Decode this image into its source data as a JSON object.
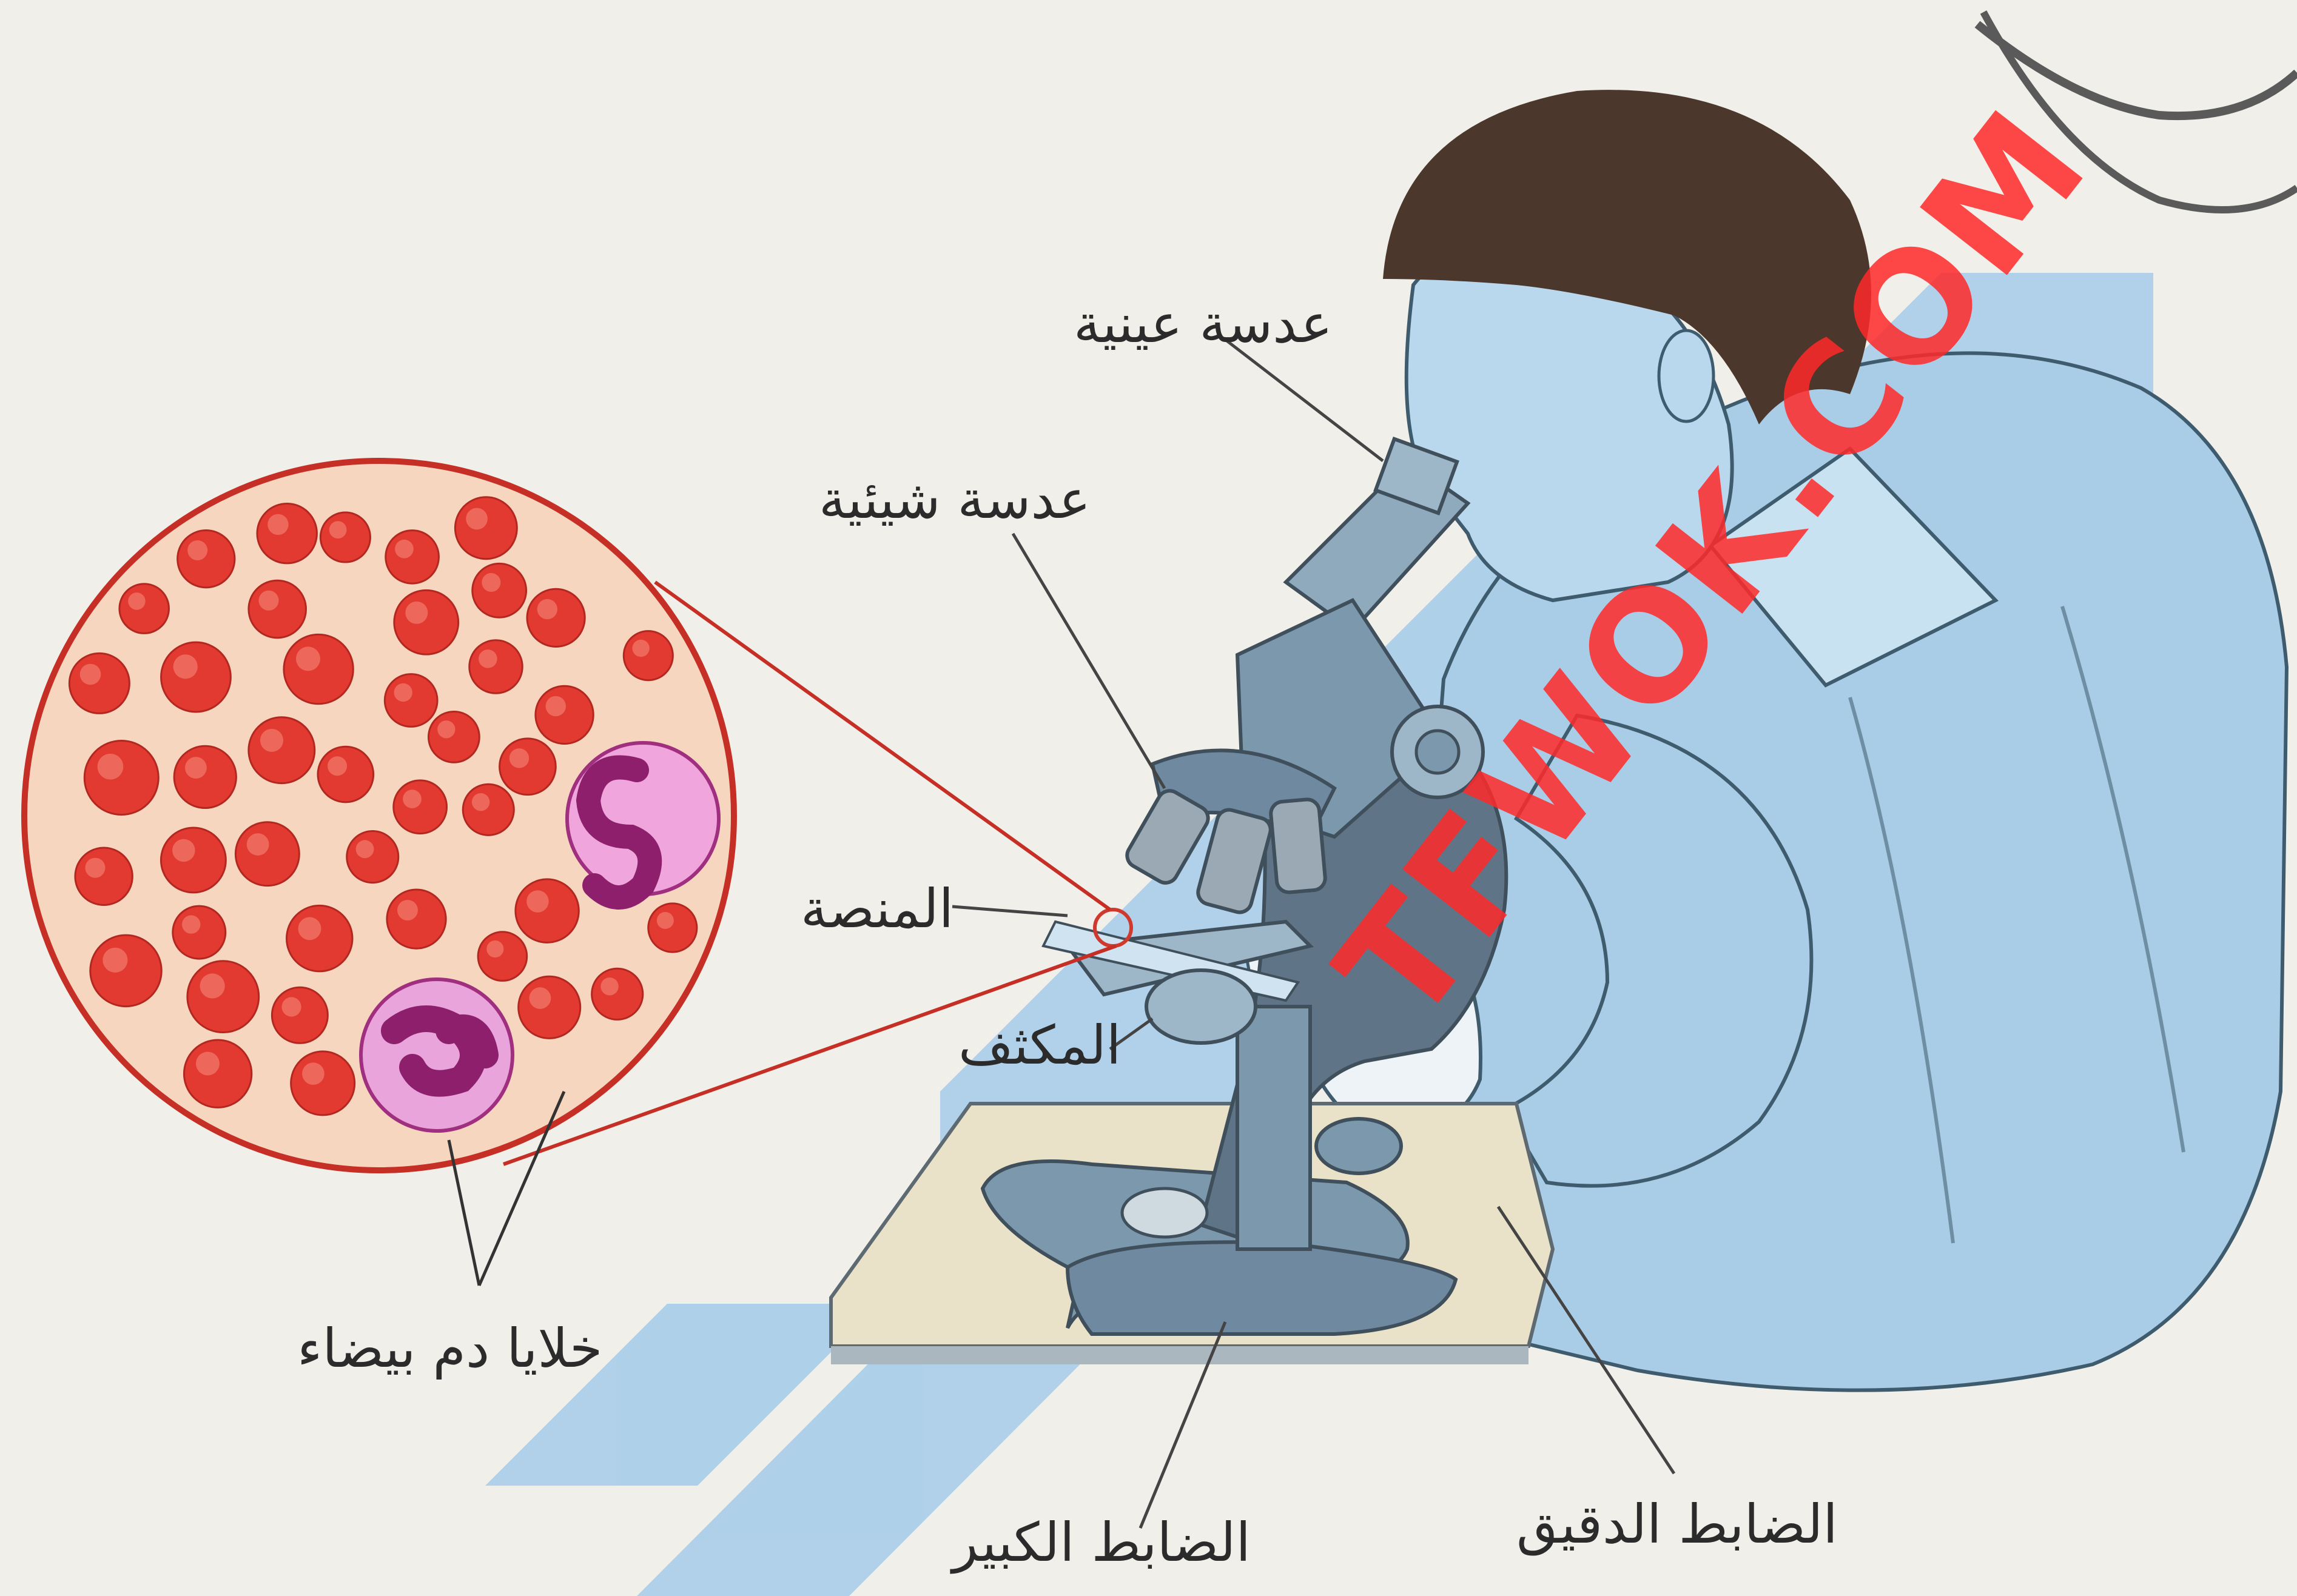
{
  "diagram": {
    "labels": {
      "eyepiece": "عدسة عينية",
      "objective": "عدسة شيئية",
      "stage": "المنصة",
      "condenser": "المكثف",
      "white_cells": "خلايا دم بيضاء",
      "coarse_focus": "الضابط الكبير",
      "fine_focus": "الضابط الدقيق"
    },
    "watermark": "TFWOK.COM"
  },
  "colors": {
    "background": "#f1efe9",
    "coat": "#a9cde6",
    "coat_dark": "#7fb3d6",
    "microscope": "#7c98ad",
    "hair": "#4b372b",
    "blood_cell": "#e23a30",
    "blood_plasma": "#f7d6c0",
    "white_cell": "#d46fbf",
    "watermark": "#ff2a2a",
    "watermark_shape": "#4aa0e6"
  }
}
